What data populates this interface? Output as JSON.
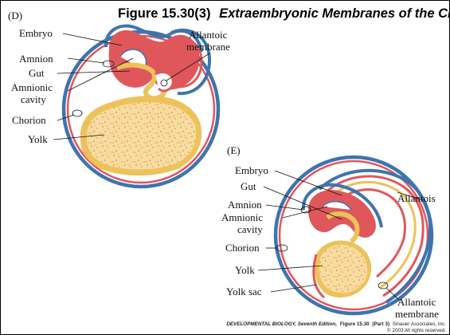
{
  "title": {
    "number": "Figure 15.30(3)",
    "text": "Extraembryonic Membranes of the Chick"
  },
  "panels": {
    "d": {
      "tag": "(D)",
      "labels": {
        "embryo": "Embryo",
        "amnion": "Amnion",
        "gut": "Gut",
        "amnionic_cavity_1": "Amnionic",
        "amnionic_cavity_2": "cavity",
        "chorion": "Chorion",
        "yolk": "Yolk",
        "allantoic_membrane_1": "Allantoic",
        "allantoic_membrane_2": "membrane"
      }
    },
    "e": {
      "tag": "(E)",
      "labels": {
        "embryo": "Embryo",
        "gut": "Gut",
        "amnion": "Amnion",
        "amnionic_cavity_1": "Amnionic",
        "amnionic_cavity_2": "cavity",
        "chorion": "Chorion",
        "yolk": "Yolk",
        "yolk_sac": "Yolk sac",
        "allantois": "Allantois",
        "allantoic_membrane_1": "Allantoic",
        "allantoic_membrane_2": "membrane"
      }
    }
  },
  "credit": {
    "book": "DEVELOPMENTAL BIOLOGY, Seventh Edition,",
    "figure": "Figure 15.30",
    "part": "(Part 3)",
    "publisher": "Sinauer Associates, Inc.",
    "rights": "© 2003 All rights reserved."
  },
  "colors": {
    "chorion_blue": "#3f74ad",
    "tissue_red": "#e0575b",
    "yolk_fill": "#f7dca0",
    "yolk_edge": "#ecc25a",
    "yolk_dots": "#e58a55",
    "cavity": "#ffffff"
  }
}
